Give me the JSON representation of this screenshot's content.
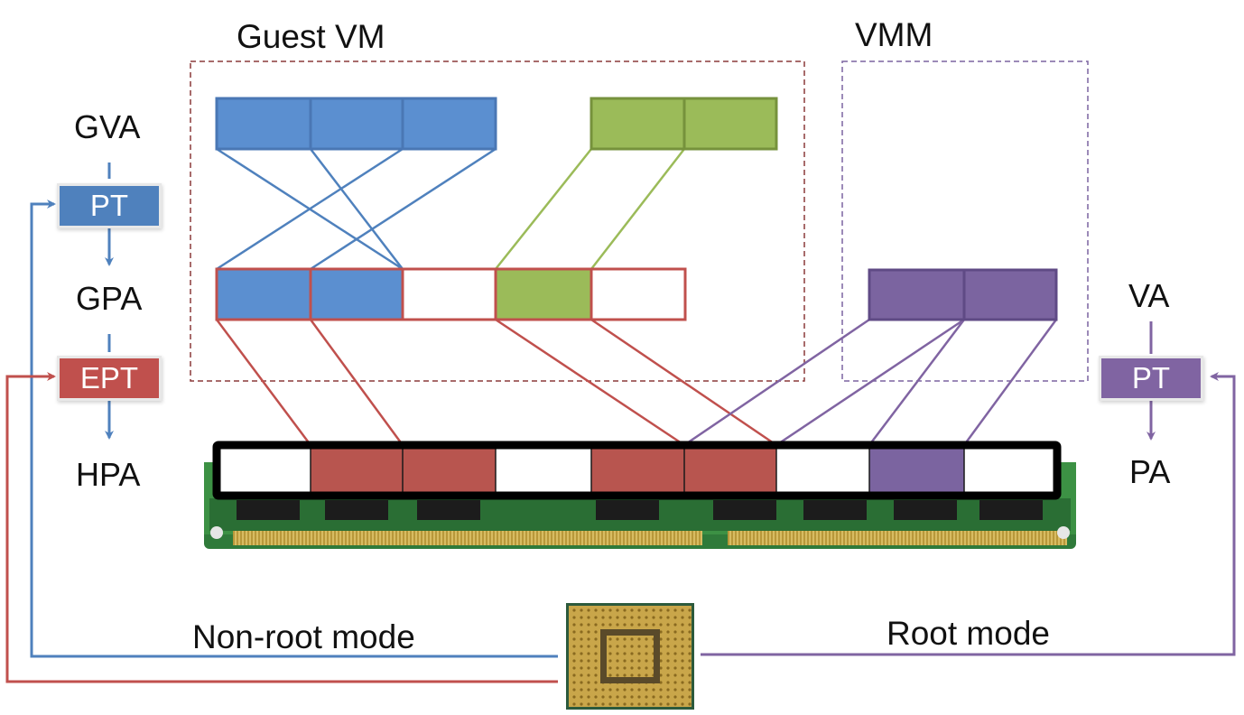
{
  "titles": {
    "guest_vm": "Guest VM",
    "vmm": "VMM"
  },
  "levels": {
    "gva": "GVA",
    "gpa": "GPA",
    "hpa": "HPA",
    "va": "VA",
    "pa": "PA"
  },
  "tables": {
    "guest_pt": "PT",
    "ept": "EPT",
    "host_pt": "PT"
  },
  "modes": {
    "non_root": "Non-root mode",
    "root": "Root mode"
  },
  "colors": {
    "blue": "#5b8fd0",
    "blue_edge": "#4a77b4",
    "green": "#9bbb59",
    "green_edge": "#76923c",
    "red": "#b8554f",
    "red_edge": "#c0504d",
    "purple": "#7b64a0",
    "purple_edge": "#6a5491",
    "pt_blue": "#4f81bd",
    "pt_purple": "#8064a2"
  },
  "icons": {
    "memory": "ram-module-icon",
    "cpu": "cpu-chip-icon"
  }
}
